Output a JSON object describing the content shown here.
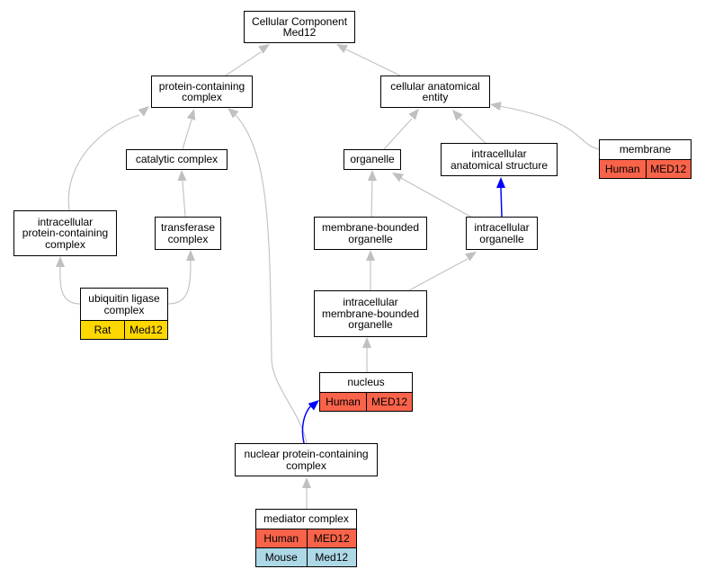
{
  "nodes": {
    "cc": "Cellular Component\nMed12",
    "pcc": "protein-containing\ncomplex",
    "cae": "cellular anatomical\nentity",
    "catalytic": "catalytic complex",
    "organelle": "organelle",
    "ias": "intracellular\nanatomical structure",
    "membrane": "membrane",
    "ipcc": "intracellular\nprotein-containing\ncomplex",
    "transferase": "transferase\ncomplex",
    "mbo": "membrane-bounded\norganelle",
    "io": "intracellular\norganelle",
    "ubiq": "ubiquitin ligase\ncomplex",
    "imbo": "intracellular\nmembrane-bounded\norganelle",
    "nucleus": "nucleus",
    "npcc": "nuclear protein-containing\ncomplex",
    "mediator": "mediator complex"
  },
  "annotations": {
    "membrane": [
      {
        "species": "Human",
        "gene": "MED12"
      }
    ],
    "ubiq": [
      {
        "species": "Rat",
        "gene": "Med12"
      }
    ],
    "nucleus": [
      {
        "species": "Human",
        "gene": "MED12"
      }
    ],
    "mediator": [
      {
        "species": "Human",
        "gene": "MED12"
      },
      {
        "species": "Mouse",
        "gene": "Med12"
      }
    ]
  },
  "colors": {
    "edge_default": "#c0c0c0",
    "edge_highlight": "#0000ff",
    "Human": "#f9634a",
    "Rat": "#ffd700",
    "Mouse": "#add8e6"
  }
}
